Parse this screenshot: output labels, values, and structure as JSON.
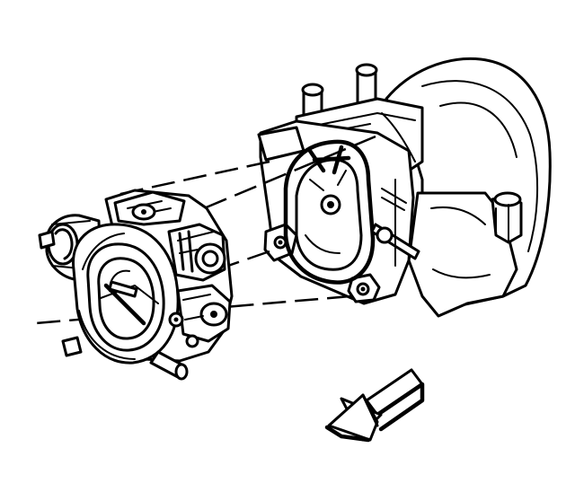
{
  "diagram": {
    "colors": {
      "line": "#000000",
      "background": "#ffffff"
    },
    "parts": [
      "intake-manifold",
      "throttle-body-gasket",
      "throttle-body",
      "direction-arrow"
    ]
  }
}
